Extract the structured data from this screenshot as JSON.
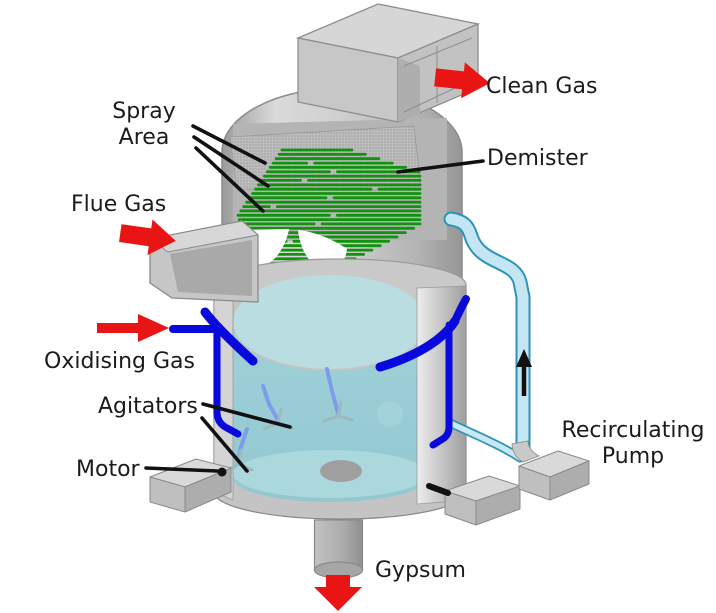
{
  "diagram": {
    "type": "flue-gas-desulfurisation-scrubber",
    "labels": {
      "spray_area": {
        "line1": "Spray",
        "line2": "Area"
      },
      "clean_gas": "Clean Gas",
      "demister": "Demister",
      "flue_gas": "Flue Gas",
      "oxidising_gas": "Oxidising Gas",
      "agitators": "Agitators",
      "motor": "Motor",
      "recirculating_pump": {
        "line1": "Recirculating",
        "line2": "Pump"
      },
      "gypsum": "Gypsum"
    },
    "colors": {
      "arrow_red": "#e91515",
      "spray_green": "#12930f",
      "oxidising_pipe_blue": "#0909dd",
      "recirc_pipe_fill": "#c4e6f2",
      "recirc_pipe_edge": "#2f93b8",
      "liquid_teal": "#a9d5db",
      "vessel_gray": "#c6c6c6",
      "leader_black": "#111111"
    }
  }
}
